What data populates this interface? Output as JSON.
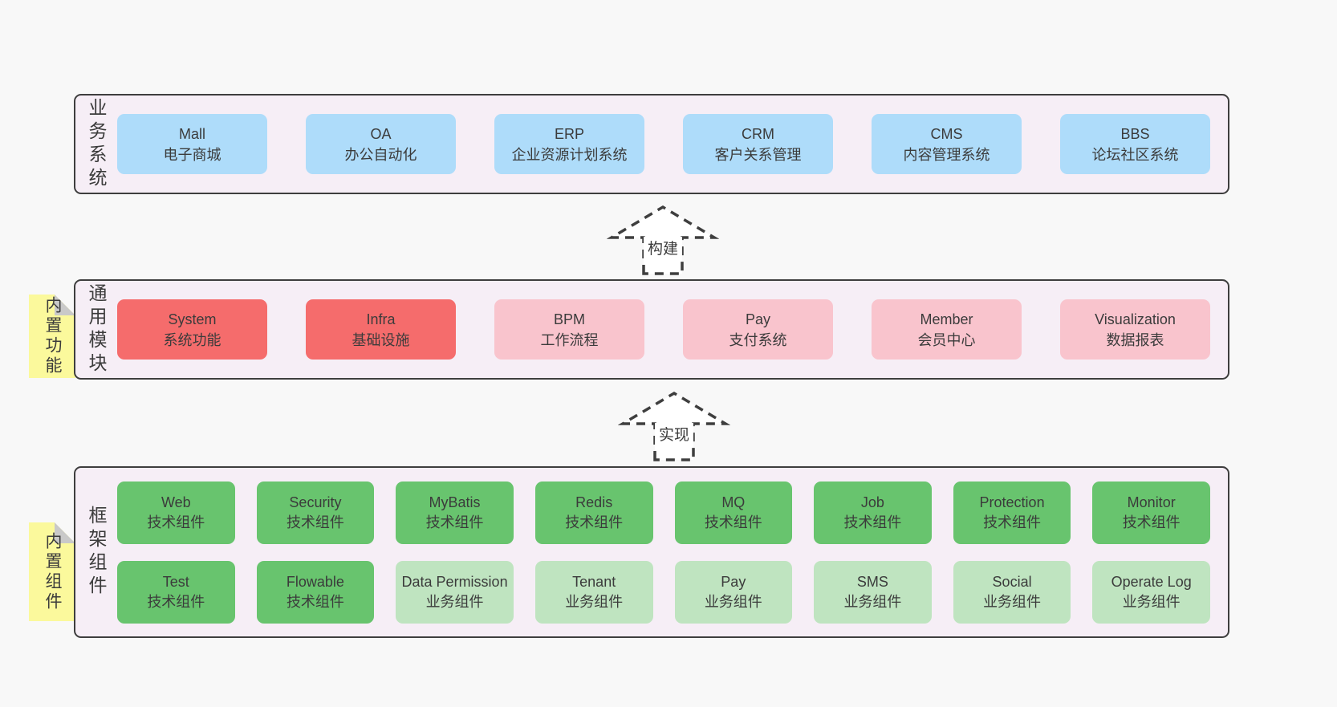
{
  "palette": {
    "page_bg": "#f8f8f8",
    "container_bg": "#f6eef6",
    "container_border": "#3e3e3e",
    "blue_box": "#aedcfa",
    "red_box": "#f56c6c",
    "pink_box": "#f9c4cd",
    "green_box": "#68c46e",
    "light_green_box": "#bfe4c0",
    "note_yellow": "#fbf99c",
    "note_fold_gray": "#c9c9c9",
    "text": "#3b3b3b"
  },
  "layers": [
    {
      "label": "业务系统",
      "boxes": [
        {
          "name": "Mall",
          "sub": "电子商城"
        },
        {
          "name": "OA",
          "sub": "办公自动化"
        },
        {
          "name": "ERP",
          "sub": "企业资源计划系统"
        },
        {
          "name": "CRM",
          "sub": "客户关系管理"
        },
        {
          "name": "CMS",
          "sub": "内容管理系统"
        },
        {
          "name": "BBS",
          "sub": "论坛社区系统"
        }
      ]
    },
    {
      "label": "通用模块",
      "note": "内置功能",
      "boxes": [
        {
          "name": "System",
          "sub": "系统功能"
        },
        {
          "name": "Infra",
          "sub": "基础设施"
        },
        {
          "name": "BPM",
          "sub": "工作流程"
        },
        {
          "name": "Pay",
          "sub": "支付系统"
        },
        {
          "name": "Member",
          "sub": "会员中心"
        },
        {
          "name": "Visualization",
          "sub": "数据报表"
        }
      ]
    },
    {
      "label": "框架组件",
      "note": "内置组件",
      "rows": [
        [
          {
            "name": "Web",
            "sub": "技术组件"
          },
          {
            "name": "Security",
            "sub": "技术组件"
          },
          {
            "name": "MyBatis",
            "sub": "技术组件"
          },
          {
            "name": "Redis",
            "sub": "技术组件"
          },
          {
            "name": "MQ",
            "sub": "技术组件"
          },
          {
            "name": "Job",
            "sub": "技术组件"
          },
          {
            "name": "Protection",
            "sub": "技术组件"
          },
          {
            "name": "Monitor",
            "sub": "技术组件"
          }
        ],
        [
          {
            "name": "Test",
            "sub": "技术组件"
          },
          {
            "name": "Flowable",
            "sub": "技术组件"
          },
          {
            "name": "Data Permission",
            "sub": "业务组件"
          },
          {
            "name": "Tenant",
            "sub": "业务组件"
          },
          {
            "name": "Pay",
            "sub": "业务组件"
          },
          {
            "name": "SMS",
            "sub": "业务组件"
          },
          {
            "name": "Social",
            "sub": "业务组件"
          },
          {
            "name": "Operate Log",
            "sub": "业务组件"
          }
        ]
      ]
    }
  ],
  "arrows": [
    {
      "label": "构建"
    },
    {
      "label": "实现"
    }
  ]
}
